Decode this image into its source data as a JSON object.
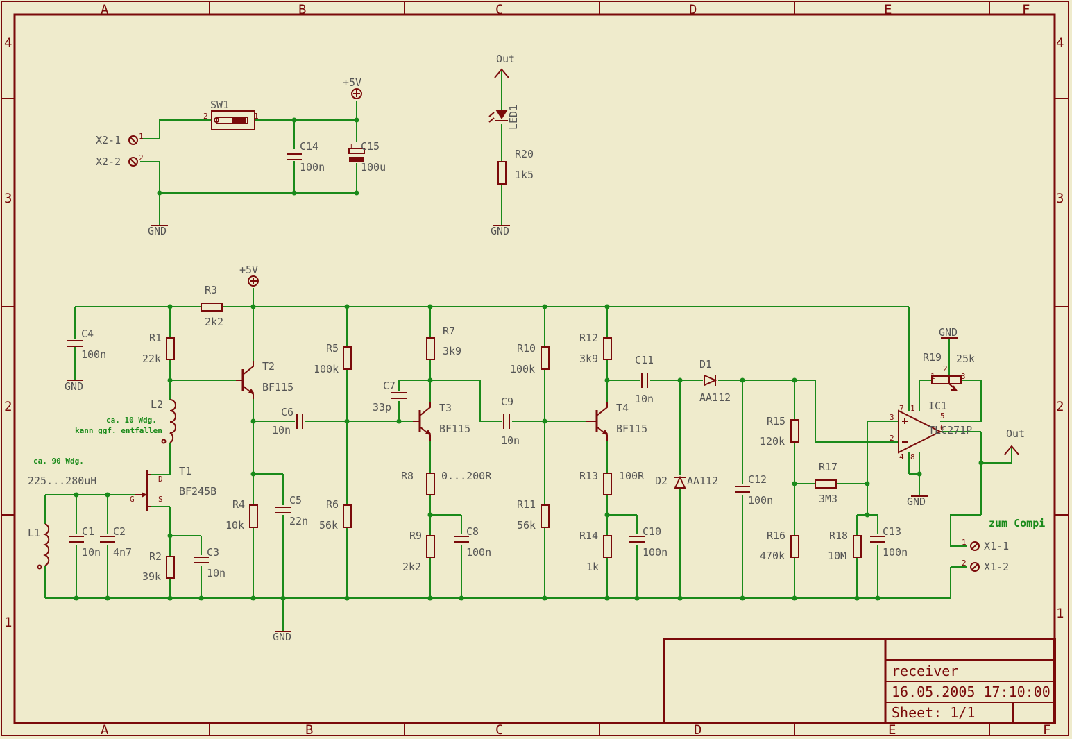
{
  "title_block": {
    "name": "receiver",
    "date": "16.05.2005 17:10:00",
    "sheet": "Sheet: 1/1"
  },
  "zones": {
    "columns": [
      "A",
      "B",
      "C",
      "D",
      "E",
      "F"
    ],
    "rows": [
      "4",
      "3",
      "2",
      "1"
    ]
  },
  "labels": {
    "plus5v": "+5V",
    "gnd": "GND",
    "out": "Out",
    "x2_1": "X2-1",
    "x2_2": "X2-2",
    "x1_1": "X1-1",
    "x1_2": "X1-2",
    "sw1": "SW1",
    "c14": "C14",
    "c14_v": "100n",
    "c15": "C15",
    "c15_v": "100u",
    "led1": "LED1",
    "r20": "R20",
    "r20_v": "1k5",
    "r3": "R3",
    "r3_v": "2k2",
    "c4": "C4",
    "c4_v": "100n",
    "r1": "R1",
    "r1_v": "22k",
    "t2": "T2",
    "t2_v": "BF115",
    "l2": "L2",
    "l2_note1": "ca. 10 Wdg.",
    "l2_note2": "kann ggf. entfallen",
    "l1_note": "ca. 90 Wdg.",
    "l1_range": "225...280uH",
    "t1": "T1",
    "t1_v": "BF245B",
    "t1_d": "D",
    "t1_g": "G",
    "t1_s": "S",
    "l1": "L1",
    "c1": "C1",
    "c1_v": "10n",
    "c2": "C2",
    "c2_v": "4n7",
    "r2": "R2",
    "r2_v": "39k",
    "c3": "C3",
    "c3_v": "10n",
    "r4": "R4",
    "r4_v": "10k",
    "c5": "C5",
    "c5_v": "22n",
    "c6": "C6",
    "c6_v": "10n",
    "r5": "R5",
    "r5_v": "100k",
    "r6": "R6",
    "r6_v": "56k",
    "r7": "R7",
    "r7_v": "3k9",
    "c7": "C7",
    "c7_v": "33p",
    "t3": "T3",
    "t3_v": "BF115",
    "r8": "R8",
    "r8_v": "0...200R",
    "r9": "R9",
    "r9_v": "2k2",
    "c8": "C8",
    "c8_v": "100n",
    "c9": "C9",
    "c9_v": "10n",
    "r10": "R10",
    "r10_v": "100k",
    "r11": "R11",
    "r11_v": "56k",
    "r12": "R12",
    "r12_v": "3k9",
    "c11": "C11",
    "c11_v": "10n",
    "t4": "T4",
    "t4_v": "BF115",
    "r13": "R13",
    "r13_v": "100R",
    "r14": "R14",
    "r14_v": "1k",
    "c10": "C10",
    "c10_v": "100n",
    "d1": "D1",
    "d1_v": "AA112",
    "d2": "D2",
    "d2_v": "AA112",
    "c12": "C12",
    "c12_v": "100n",
    "r15": "R15",
    "r15_v": "120k",
    "r16": "R16",
    "r16_v": "470k",
    "r17": "R17",
    "r17_v": "3M3",
    "r18": "R18",
    "r18_v": "10M",
    "c13": "C13",
    "c13_v": "100n",
    "r19": "R19",
    "r19_v": "25k",
    "ic1": "IC1",
    "ic1_v": "TLC271P",
    "zum": "zum Compi"
  },
  "colors": {
    "frame": "#7a0a0a",
    "wire": "#1a8a1a",
    "background": "#efebcc",
    "text": "#555555"
  }
}
